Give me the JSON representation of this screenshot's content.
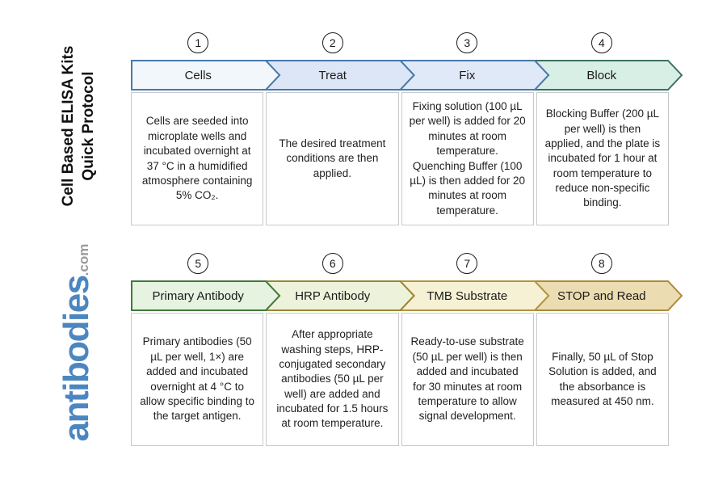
{
  "branding": {
    "title_line1": "Cell Based ELISA Kits",
    "title_line2": "Quick Protocol",
    "logo_main": "antibodies",
    "logo_tld": ".com",
    "logo_color": "#4c86c0",
    "logo_tld_color": "#9a9a9a"
  },
  "rows": [
    {
      "steps": [
        {
          "num": "1",
          "label": "Cells",
          "fill": "#f2f7fb",
          "border": "#4a79a8",
          "description": "Cells are seeded into microplate wells and incubated overnight at 37 °C in a humidified atmosphere containing 5% CO₂."
        },
        {
          "num": "2",
          "label": "Treat",
          "fill": "#dce6f6",
          "border": "#4a79a8",
          "description": "The desired treatment conditions are then applied."
        },
        {
          "num": "3",
          "label": "Fix",
          "fill": "#e0e9f7",
          "border": "#4a79a8",
          "description": "Fixing solution (100 µL per well) is added for 20 minutes at room temperature. Quenching Buffer (100 µL) is then added for 20 minutes at room temperature."
        },
        {
          "num": "4",
          "label": "Block",
          "fill": "#d8efe6",
          "border": "#3f7060",
          "description": "Blocking Buffer (200 µL per well) is then applied, and the plate is incubated for 1 hour at room temperature to reduce non-specific binding."
        }
      ]
    },
    {
      "steps": [
        {
          "num": "5",
          "label": "Primary Antibody",
          "fill": "#e5f3e0",
          "border": "#41793c",
          "description": "Primary antibodies (50 µL per well, 1×) are added and incubated overnight at 4 °C to allow specific binding to the target antigen."
        },
        {
          "num": "6",
          "label": "HRP Antibody",
          "fill": "#edf3db",
          "border": "#9a8530",
          "description": "After appropriate washing steps, HRP-conjugated secondary antibodies (50 µL per well) are added and incubated for 1.5 hours at room temperature."
        },
        {
          "num": "7",
          "label": "TMB Substrate",
          "fill": "#f6f1d4",
          "border": "#b2943e",
          "description": "Ready-to-use substrate (50 µL per well) is then added and incubated for 30 minutes at room temperature to allow signal development."
        },
        {
          "num": "8",
          "label": "STOP and Read",
          "fill": "#ecdcb2",
          "border": "#aa8c39",
          "description": "Finally, 50 µL of Stop Solution is added, and the absorbance is measured at 450 nm."
        }
      ]
    }
  ]
}
